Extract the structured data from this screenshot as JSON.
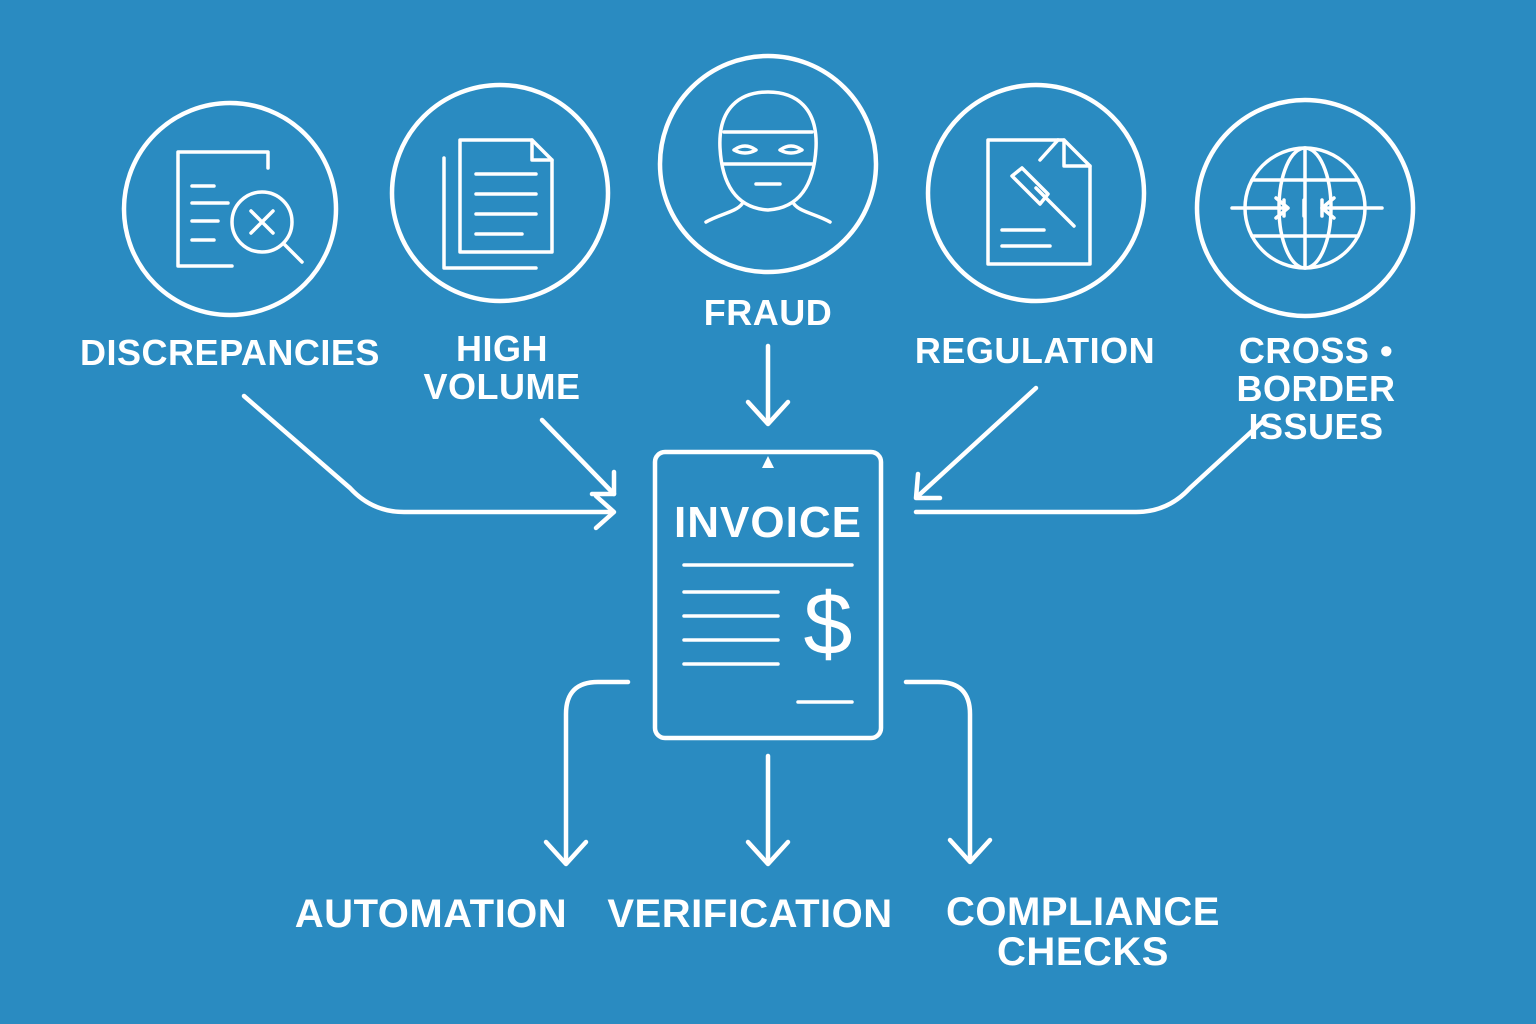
{
  "challenges": [
    {
      "label": "DISCREPANCIES",
      "icon": "document-search-x-icon"
    },
    {
      "label": "HIGH\nVOLUME",
      "icon": "stacked-documents-icon"
    },
    {
      "label": "FRAUD",
      "icon": "masked-face-icon"
    },
    {
      "label": "REGULATION",
      "icon": "document-gavel-icon"
    },
    {
      "label": "CROSS • BORDER\nISSUES",
      "icon": "globe-arrows-icon"
    }
  ],
  "invoice": {
    "title": "INVOICE",
    "currency_symbol": "$",
    "icon": "invoice-document-icon"
  },
  "solutions": [
    {
      "label": "AUTOMATION"
    },
    {
      "label": "VERIFICATION"
    },
    {
      "label": "COMPLIANCE\nCHECKS"
    }
  ],
  "colors": {
    "background": "#2a8bc1",
    "foreground": "#ffffff"
  }
}
